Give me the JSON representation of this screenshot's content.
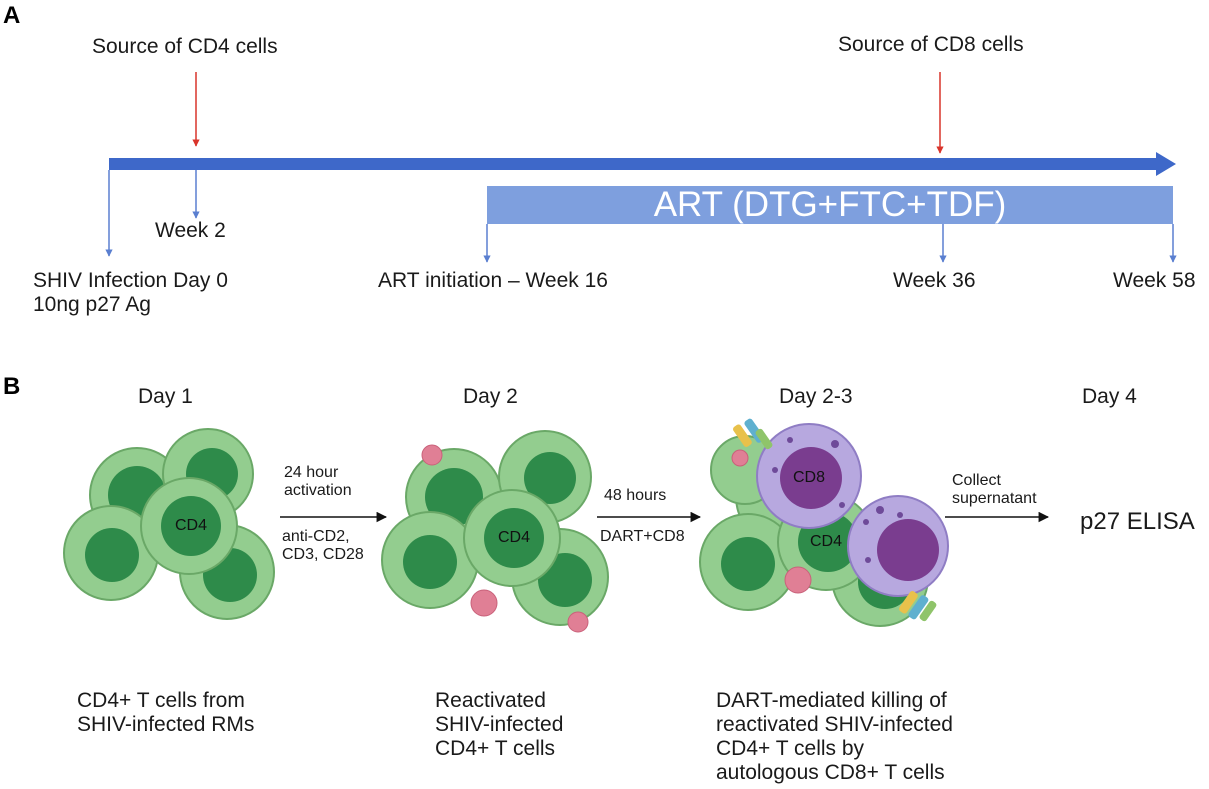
{
  "panel_a": {
    "letter": "A",
    "source_cd4": "Source of CD4 cells",
    "source_cd8": "Source of CD8 cells",
    "art_bar": "ART (DTG+FTC+TDF)",
    "week2": "Week 2",
    "infection": "SHIV Infection Day 0\n10ng p27 Ag",
    "art_initiation": "ART initiation – Week 16",
    "week36": "Week 36",
    "week58": "Week 58",
    "colors": {
      "timeline": "#3e68c9",
      "art_bar": "#7e9fde",
      "source_arrow": "#d9342b",
      "tick_arrow": "#5a7fd0"
    }
  },
  "panel_b": {
    "letter": "B",
    "day1": "Day 1",
    "day2": "Day 2",
    "day23": "Day 2-3",
    "day4": "Day 4",
    "step1_top": "24 hour\nactivation",
    "step1_bottom": "anti-CD2,\nCD3, CD28",
    "step2_top": "48 hours",
    "step2_bottom": "DART+CD8",
    "step3_top": "Collect\nsupernatant",
    "result": "p27 ELISA",
    "cd4": "CD4",
    "cd8": "CD8",
    "desc1": "CD4+ T cells from\nSHIV-infected RMs",
    "desc2": "Reactivated\nSHIV-infected\nCD4+ T cells",
    "desc3": "DART-mediated killing of\nreactivated SHIV-infected\nCD4+ T cells by\nautologous CD8+ T cells",
    "colors": {
      "cell_outer": "#93cd8f",
      "cell_nucleus": "#2e8b4a",
      "cd8_outer": "#b7a8df",
      "cd8_nucleus": "#7a3d8f",
      "virus": "#e07f95"
    }
  }
}
